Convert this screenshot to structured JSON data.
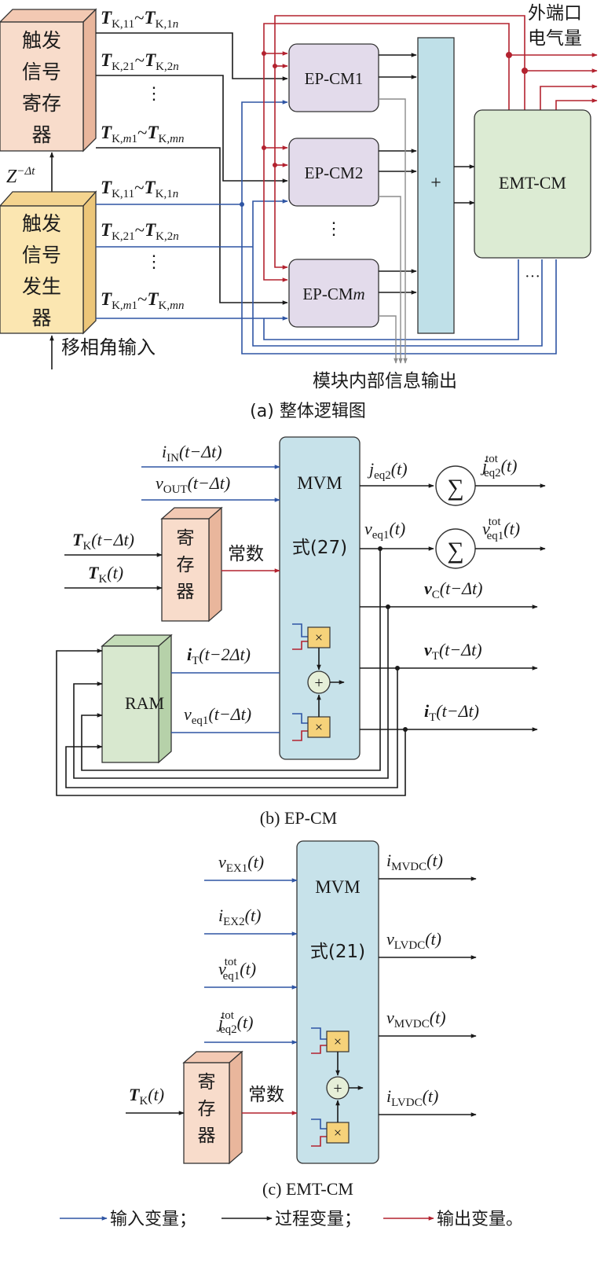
{
  "part_a": {
    "caption": "(a) 整体逻辑图",
    "store_block": [
      "触发",
      "信号",
      "寄存",
      "器"
    ],
    "gen_block": [
      "触发",
      "信号",
      "发生",
      "器"
    ],
    "delay": {
      "base": "Z",
      "exp": "−Δt"
    },
    "signals_top": [
      {
        "b": "T",
        "s1": "K,11",
        "t": "~",
        "b2": "T",
        "s2": "K,1",
        "si": "n"
      },
      {
        "b": "T",
        "s1": "K,21",
        "t": "~",
        "b2": "T",
        "s2": "K,2",
        "si": "n"
      },
      {
        "b": "T",
        "s1": "K,",
        "si1": "m",
        "s1b": "1",
        "t": "~",
        "b2": "T",
        "s2": "K,",
        "si": "mn"
      }
    ],
    "signals_bottom": [
      {
        "b": "T",
        "s1": "K,11",
        "t": "~",
        "b2": "T",
        "s2": "K,1",
        "si": "n"
      },
      {
        "b": "T",
        "s1": "K,21",
        "t": "~",
        "b2": "T",
        "s2": "K,2",
        "si": "n"
      },
      {
        "b": "T",
        "s1": "K,",
        "si1": "m",
        "s1b": "1",
        "t": "~",
        "b2": "T",
        "s2": "K,",
        "si": "mn"
      }
    ],
    "vdots": "⋮",
    "phase_input": "移相角输入",
    "ep_cm1": "EP-CM1",
    "ep_cm2": "EP-CM2",
    "ep_cmm_prefix": "EP-CM",
    "ep_cmm_suffix": "m",
    "sum_sign": "+",
    "emt_cm": "EMT-CM",
    "ellipsis": "···",
    "external_1": "外端口",
    "external_2": "电气量",
    "internal_output": "模块内部信息输出"
  },
  "part_b": {
    "caption": "(b) EP-CM",
    "mvm": "MVM",
    "formula": "式(27)",
    "register": [
      "寄",
      "存",
      "器"
    ],
    "constant": "常数",
    "ram": "RAM",
    "times": "×",
    "plus": "+",
    "sigma": "∑",
    "in1": "i_IN(t−Δt)",
    "in2": "v_OUT(t−Δt)",
    "tk_prev": "T_K(t−Δt)",
    "tk_now": "T_K(t)",
    "ram_out1": "i_T(t−2Δt)",
    "ram_out2": "v_eq1(t−Δt)",
    "out_j": "j_eq2(t)",
    "out_v": "v_eq1(t)",
    "sum_j": "j_eq2^tot(t)",
    "sum_v": "v_eq1^tot(t)",
    "out_vc": "v_C(t−Δt)",
    "out_vt": "v_T(t−Δt)",
    "out_it": "i_T(t−Δt)"
  },
  "part_c": {
    "caption": "(c) EMT-CM",
    "mvm": "MVM",
    "formula": "式(21)",
    "register": [
      "寄",
      "存",
      "器"
    ],
    "constant": "常数",
    "times": "×",
    "plus": "+",
    "in1": "v_EX1(t)",
    "in2": "i_EX2(t)",
    "in3": "v_eq1^tot(t)",
    "in4": "j_eq2^tot(t)",
    "tk": "T_K(t)",
    "out1": "i_MVDC(t)",
    "out2": "v_LVDC(t)",
    "out3": "v_MVDC(t)",
    "out4": "i_LVDC(t)"
  },
  "legend": {
    "input": "输入变量；",
    "process": "过程变量；",
    "output": "输出变量。"
  },
  "colors": {
    "input": "#2f55a4",
    "process": "#1a1a1a",
    "output": "#b3222f",
    "register_fill": "#f8dccb",
    "generator_fill": "#fbe6b1",
    "ep_fill": "#e3dbeb",
    "sum_fill": "#bfe0e8",
    "emt_fill": "#dcebd3",
    "mvm_fill": "#c7e2ea",
    "ram_fill": "#d8e8cf",
    "mult_fill": "#f6d27a"
  }
}
